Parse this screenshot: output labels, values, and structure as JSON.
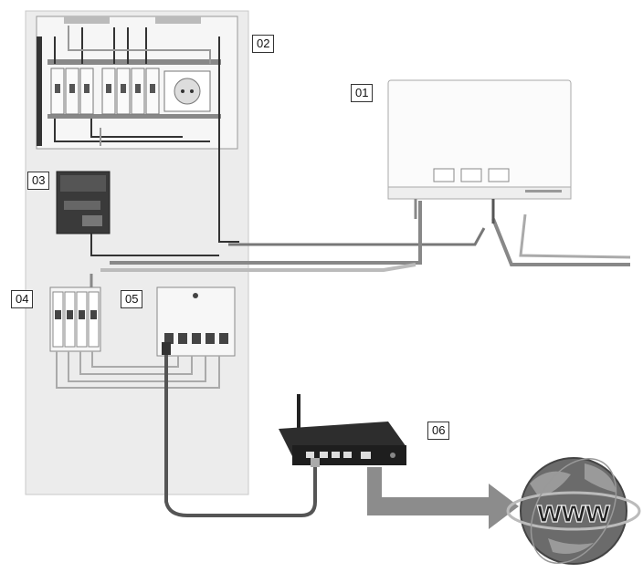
{
  "labels": {
    "heat_pump_controller": "01",
    "distribution_board": "02",
    "power_supply": "03",
    "circuit_breakers": "04",
    "meter_module": "05",
    "router": "06"
  },
  "globe_text": "www",
  "colors": {
    "panel": "#e9e9e9",
    "cable_light": "#c9c9c9",
    "cable_dark": "#555555",
    "arrow": "#8c8c8c",
    "globe": "#6b6b6b"
  }
}
